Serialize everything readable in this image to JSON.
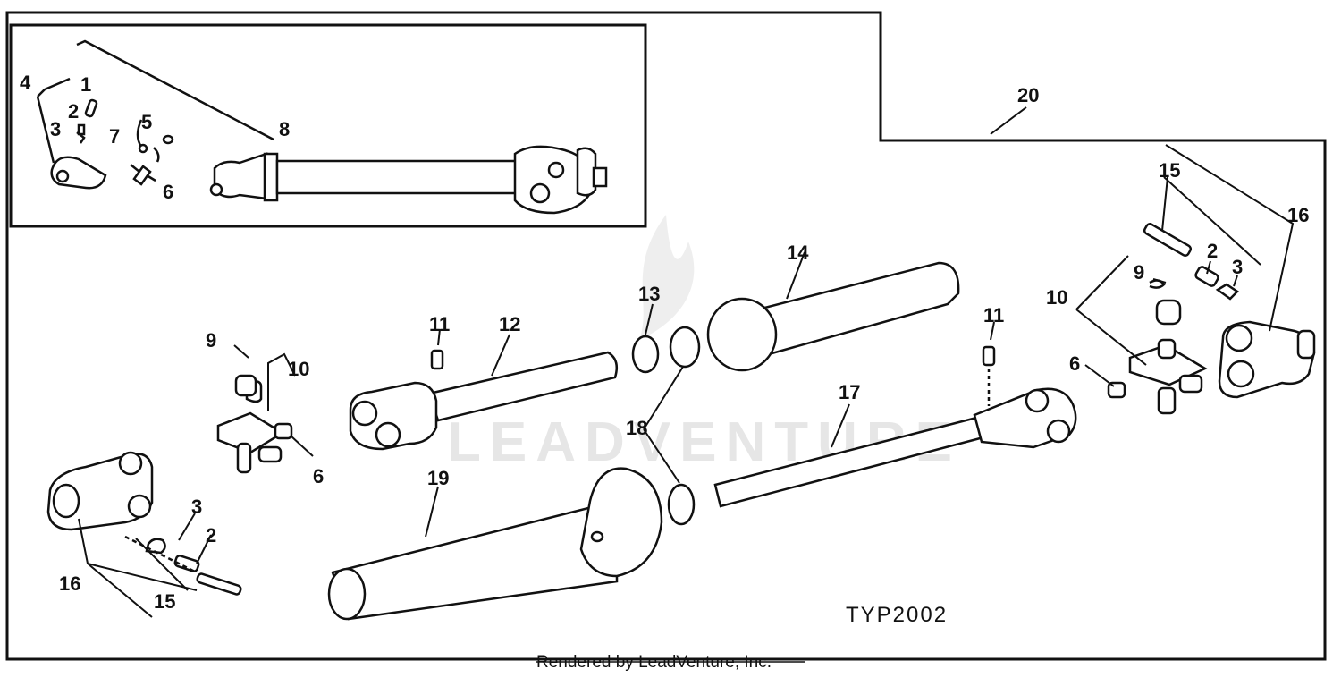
{
  "diagram": {
    "drawing_code": "TYP2002",
    "credit": "Rendered by LeadVenture, Inc.",
    "watermark": "LEADVENTURE",
    "callouts": {
      "inset_4": "4",
      "inset_1": "1",
      "inset_2": "2",
      "inset_3": "3",
      "inset_7": "7",
      "inset_5": "5",
      "inset_6": "6",
      "inset_8": "8",
      "c20": "20",
      "c15_right": "15",
      "c16_right": "16",
      "c2_right": "2",
      "c3_right": "3",
      "c9_right": "9",
      "c10_right": "10",
      "c6_right": "6",
      "c11_right": "11",
      "c14": "14",
      "c13": "13",
      "c17": "17",
      "c18": "18",
      "c11_left": "11",
      "c12": "12",
      "c9_left": "9",
      "c10_left": "10",
      "c6_left": "6",
      "c19": "19",
      "c3_left": "3",
      "c2_left": "2",
      "c16_left": "16",
      "c15_left": "15"
    }
  }
}
